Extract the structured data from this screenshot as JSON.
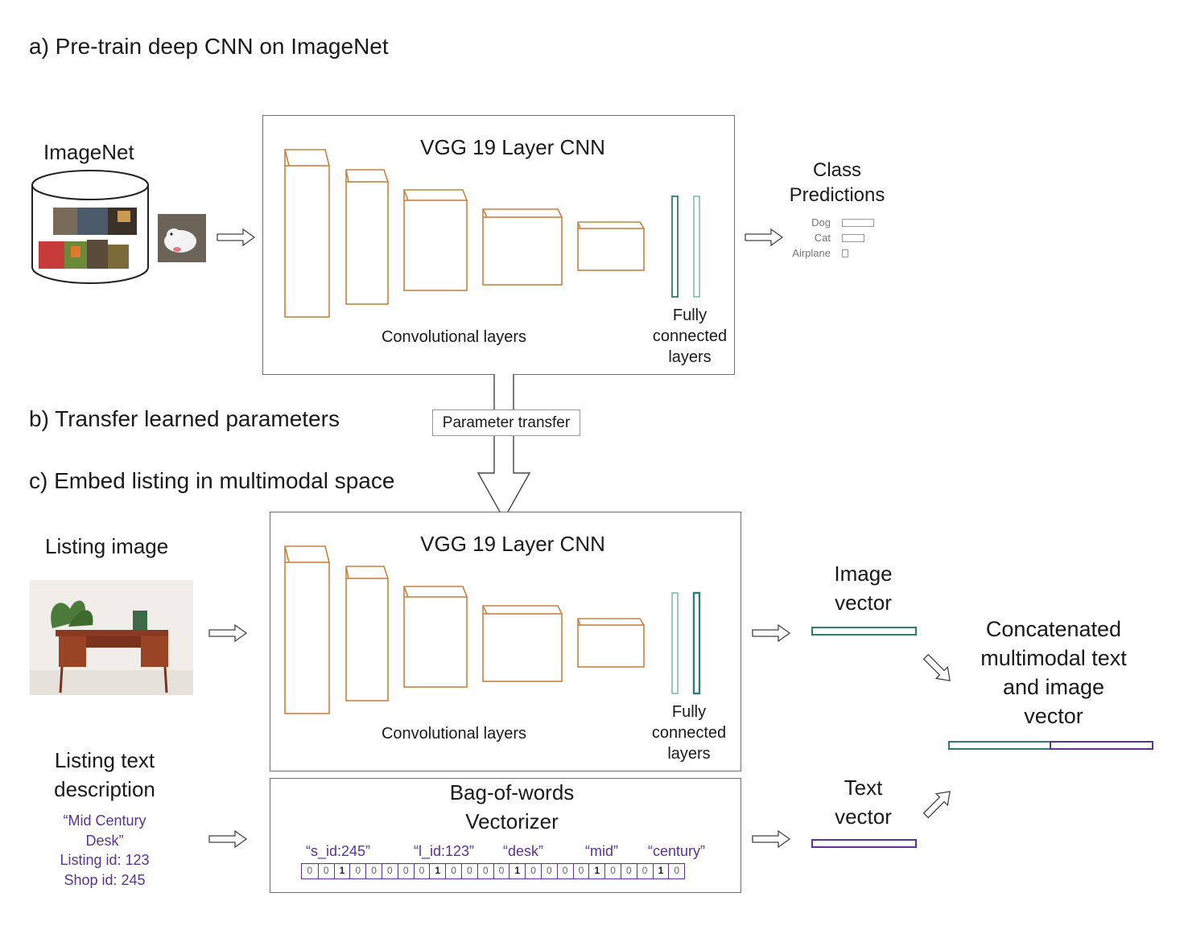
{
  "sections": {
    "a": "a) Pre-train deep CNN on ImageNet",
    "b": "b) Transfer learned parameters",
    "c": "c) Embed listing in multimodal space"
  },
  "pretrain": {
    "imagenet_label": "ImageNet",
    "cnn_title": "VGG 19 Layer CNN",
    "conv_label": "Convolutional layers",
    "fc_label_1": "Fully",
    "fc_label_2": "connected",
    "fc_label_3": "layers",
    "predictions_title_1": "Class",
    "predictions_title_2": "Predictions",
    "classes": [
      {
        "name": "Dog",
        "score": 0.9
      },
      {
        "name": "Cat",
        "score": 0.62
      },
      {
        "name": "Airplane",
        "score": 0.15
      }
    ]
  },
  "transfer": {
    "label": "Parameter transfer"
  },
  "embed": {
    "listing_image_label": "Listing image",
    "cnn_title": "VGG 19 Layer CNN",
    "conv_label": "Convolutional layers",
    "fc_label_1": "Fully",
    "fc_label_2": "connected",
    "fc_label_3": "layers",
    "text_desc_label_1": "Listing text",
    "text_desc_label_2": "description",
    "text_desc_lines": [
      "“Mid Century",
      "Desk”",
      "Listing id: 123",
      "Shop id: 245"
    ],
    "bow_title_1": "Bag-of-words",
    "bow_title_2": "Vectorizer",
    "bow_tokens": [
      "“s_id:245”",
      "“l_id:123”",
      "“desk”",
      "“mid”",
      "“century”"
    ],
    "bow_bits": [
      0,
      0,
      1,
      0,
      0,
      0,
      0,
      0,
      1,
      0,
      0,
      0,
      0,
      1,
      0,
      0,
      0,
      0,
      1,
      0,
      0,
      0,
      1,
      0
    ],
    "image_vector_label_1": "Image",
    "image_vector_label_2": "vector",
    "text_vector_label_1": "Text",
    "text_vector_label_2": "vector",
    "concat_lines": [
      "Concatenated",
      "multimodal text",
      "and image",
      "vector"
    ]
  },
  "colors": {
    "conv": "#c8823f",
    "fc": "#2e7d72",
    "text_purple": "#5b3391",
    "border": "#6f6f6f"
  }
}
